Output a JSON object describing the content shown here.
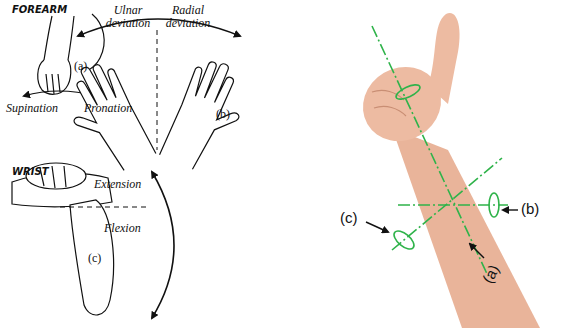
{
  "diagram": {
    "labels": [
      "FOREARM",
      "(a)",
      "Supination",
      "Pronation",
      "Ulnar deviation",
      "Radial deviation",
      "(b)",
      "WRIST",
      "Extension",
      "Flexion",
      "(c)",
      "(b)",
      "(c)",
      "(a)"
    ]
  }
}
